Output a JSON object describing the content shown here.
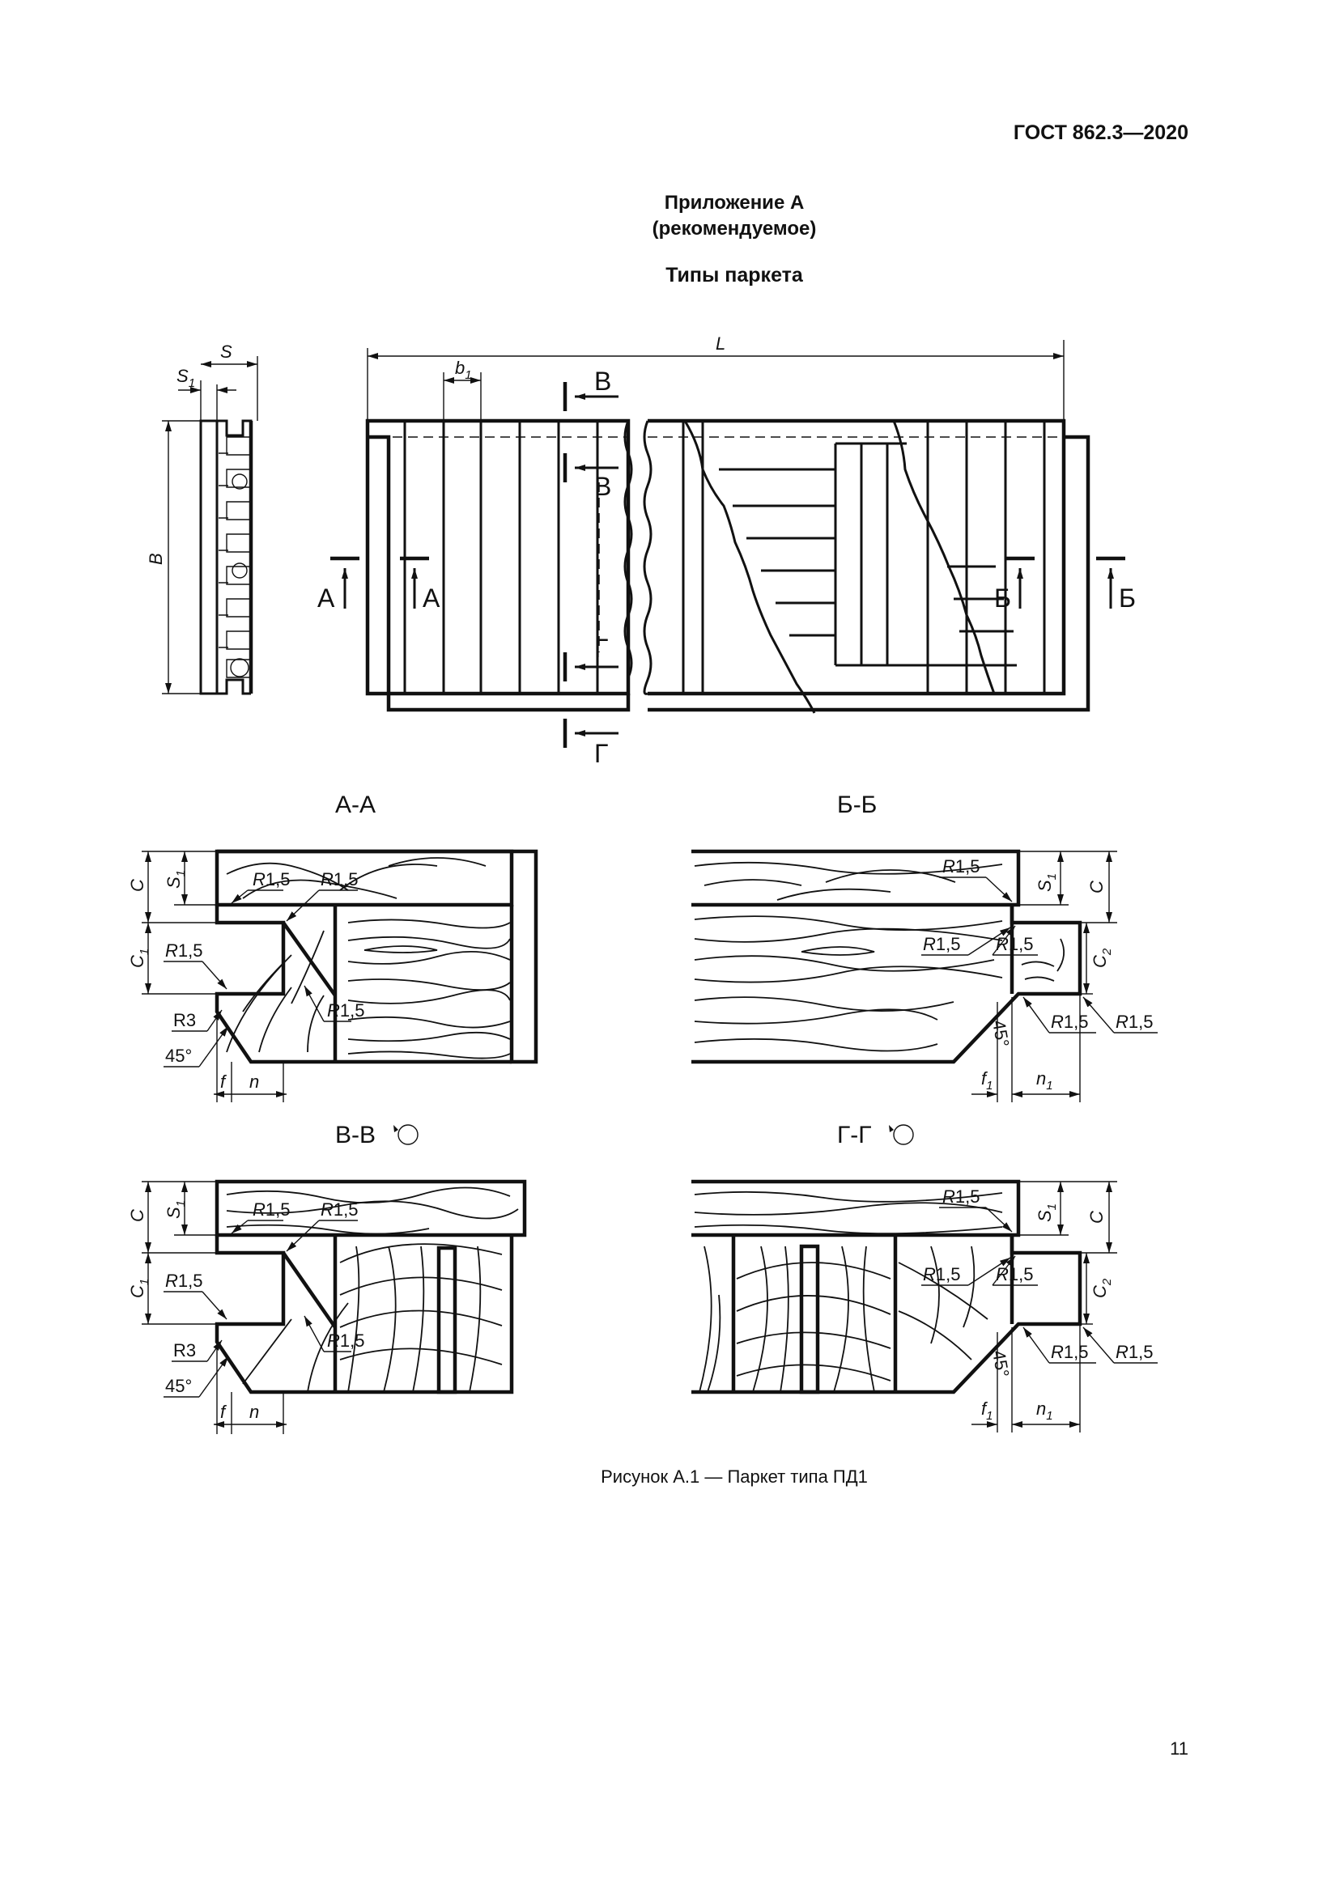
{
  "header": {
    "standard": "ГОСТ 862.3—2020"
  },
  "appendix": {
    "title": "Приложение А",
    "status": "(рекомендуемое)"
  },
  "section_title": "Типы паркета",
  "figure": {
    "caption": "Рисунок А.1 — Паркет типа ПД1",
    "plan_labels": {
      "L": "L",
      "b1": "b",
      "b1_sub": "1",
      "S": "S",
      "S1": "S",
      "S1_sub": "1",
      "B": "B",
      "cut_A": "А",
      "cut_B": "Б",
      "cut_V": "В",
      "cut_G": "Г"
    },
    "section_titles": {
      "aa": "А-А",
      "bb": "Б-Б",
      "vv": "В-В",
      "gg": "Г-Г"
    },
    "dims": {
      "C": "C",
      "C1": "C",
      "C1_sub": "1",
      "C2": "C",
      "C2_sub": "2",
      "S1": "S",
      "S1_sub": "1",
      "f": "f",
      "n": "n",
      "f1": "f",
      "f1_sub": "1",
      "n1": "n",
      "n1_sub": "1",
      "R15": "R1,5",
      "R3": "R3",
      "deg45": "45°"
    }
  },
  "page_number": "11"
}
